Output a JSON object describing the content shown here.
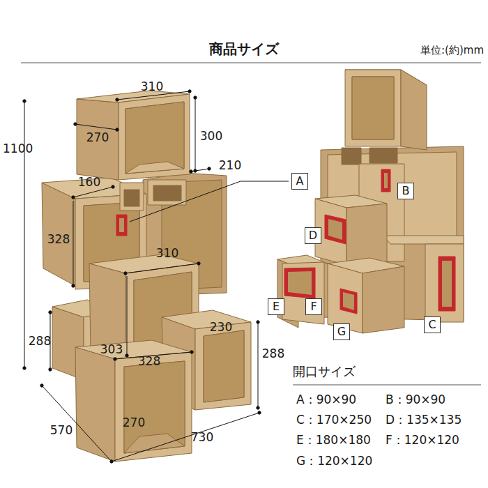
{
  "diagram": {
    "title": "商品サイズ",
    "nodes": [
      {
        "text": [
          "A"
        ]
      },
      {
        "text": [
          "B"
        ]
      },
      {
        "text": [
          "D"
        ]
      },
      {
        "text": [
          "E"
        ]
      },
      {
        "text": [
          "F"
        ]
      },
      {
        "text": [
          "G"
        ]
      },
      {
        "text": [
          "C"
        ]
      }
    ],
    "labels": [
      "単位:(約)mm",
      "310",
      "270",
      "300",
      "210",
      "1100",
      "160",
      "328",
      "310",
      "288",
      "303",
      "328",
      "230",
      "288",
      "570",
      "730",
      "270",
      "開口サイズ",
      "A：90×90",
      "B：90×90",
      "C：170×250",
      "D：135×135",
      "E：180×180",
      "F：120×120",
      "G：120×120"
    ]
  }
}
